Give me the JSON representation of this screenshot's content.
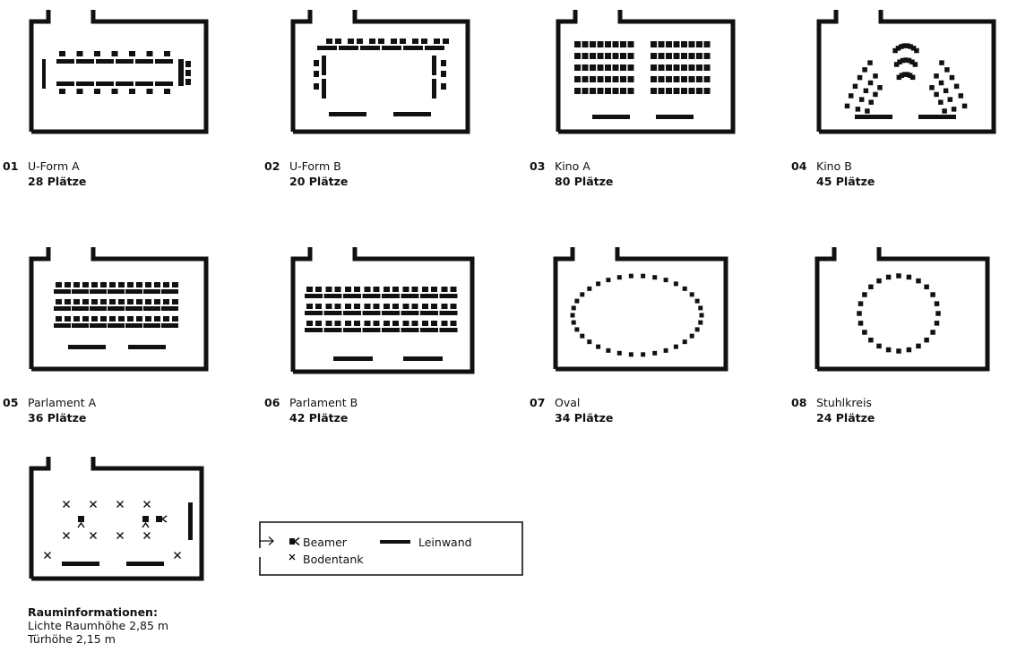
{
  "layouts": [
    {
      "number": "01",
      "name": "U-Form A",
      "seats": "28 Plätze"
    },
    {
      "number": "02",
      "name": "U-Form B",
      "seats": "20 Plätze"
    },
    {
      "number": "03",
      "name": "Kino A",
      "seats": "80 Plätze"
    },
    {
      "number": "04",
      "name": "Kino B",
      "seats": "45 Plätze"
    },
    {
      "number": "05",
      "name": "Parlament A",
      "seats": "36 Plätze"
    },
    {
      "number": "06",
      "name": "Parlament B",
      "seats": "42 Plätze"
    },
    {
      "number": "07",
      "name": "Oval",
      "seats": "34 Plätze"
    },
    {
      "number": "08",
      "name": "Stuhlkreis",
      "seats": "24 Plätze"
    }
  ],
  "legend": {
    "beamer": "Beamer",
    "bodentank": "Bodentank",
    "leinwand": "Leinwand"
  },
  "info": {
    "heading": "Rauminformationen:",
    "height": "Lichte Raumhöhe 2,85 m",
    "door": "Türhöhe 2,15 m"
  },
  "colors": {
    "ink": "#111111",
    "background": "#ffffff"
  }
}
